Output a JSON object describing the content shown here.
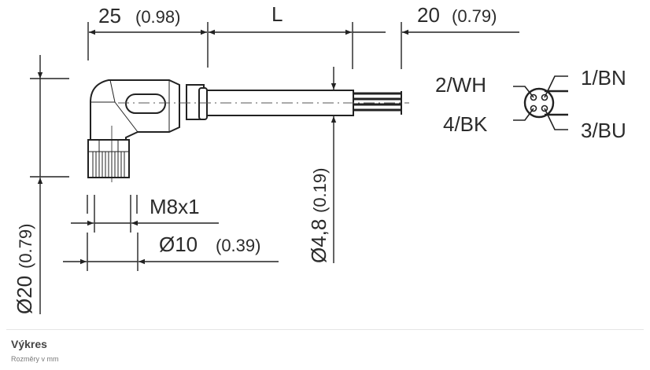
{
  "drawing": {
    "dimensions": {
      "top_left": {
        "value": "25",
        "inch": "(0.98)"
      },
      "top_mid": {
        "value": "L"
      },
      "top_right": {
        "value": "20",
        "inch": "(0.79)"
      },
      "left_vertical": {
        "value": "Ø20",
        "inch": "(0.79)"
      },
      "thread": {
        "value": "M8x1"
      },
      "nut_diameter": {
        "value": "Ø10",
        "inch": "(0.39)"
      },
      "cable_diameter": {
        "value": "Ø4,8",
        "inch": "(0.19)"
      }
    },
    "pinout": {
      "pin2": "2/WH",
      "pin4": "4/BK",
      "pin1": "1/BN",
      "pin3": "3/BU"
    }
  },
  "caption": {
    "title": "Výkres",
    "subtitle": "Rozměry v mm"
  }
}
